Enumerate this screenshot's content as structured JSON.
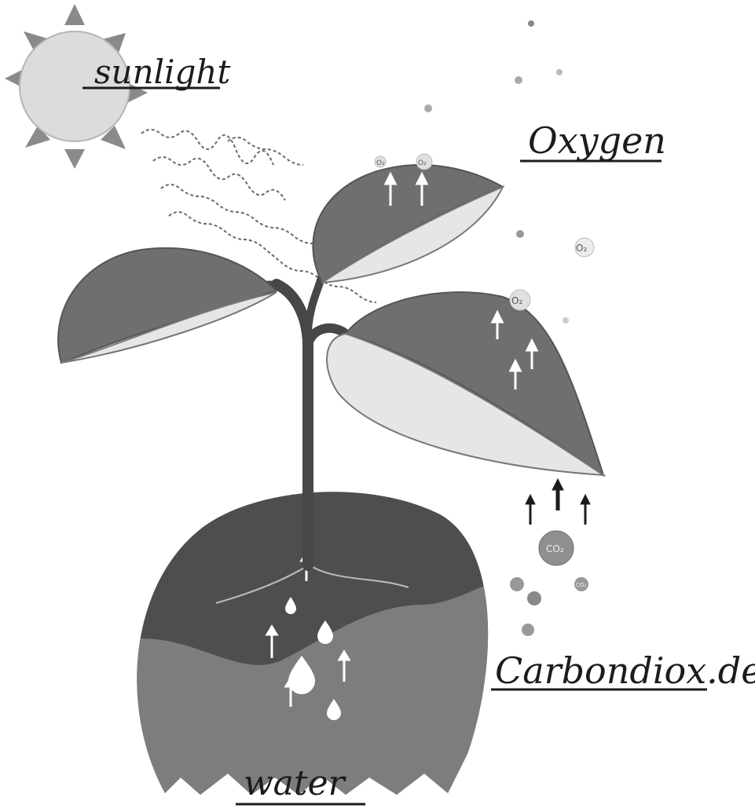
{
  "labels": {
    "sunlight": "sunlight",
    "oxygen": "Oxygen",
    "carbon_dioxide": "Carbondiox.de",
    "water": "water"
  },
  "bubbles": {
    "o2_left": "O₂",
    "o2_right": "O₂",
    "o2_large": "O₂",
    "o2_leaf": "O₂",
    "co2_large": "CO₂",
    "co2_small": "CO₂"
  },
  "colors": {
    "leaf_dark": "#6f6f6f",
    "leaf_light": "#e6e6e6",
    "stem": "#474747",
    "soil_dark": "#4e4e4e",
    "soil_light": "#7d7d7d",
    "sun_fill": "#dcdcdc",
    "sun_ray": "#8a8a8a",
    "ink": "#1c1c1c"
  },
  "icons": [
    "sun-icon",
    "plant-icon",
    "water-drop-icon",
    "up-arrow-icon",
    "gas-bubble-icon"
  ]
}
